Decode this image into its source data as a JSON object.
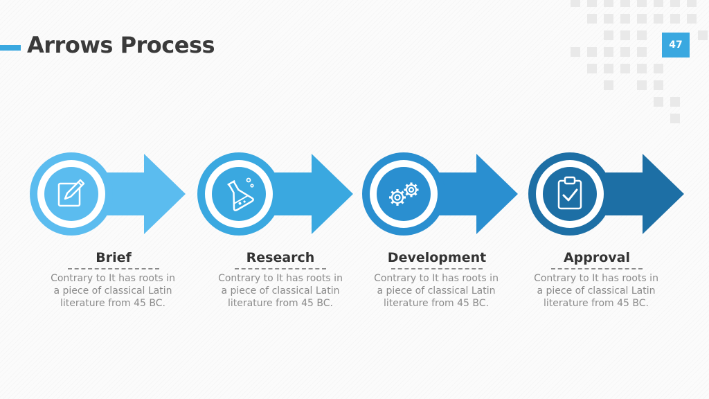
{
  "title": "Arrows Process",
  "page_number": "47",
  "colors": {
    "accent": "#3aa8e0",
    "step1": "#5bbcef",
    "step2": "#3aa8e0",
    "step3": "#2a8fd0",
    "step4": "#1d6fa5"
  },
  "steps": [
    {
      "label": "Brief",
      "icon": "edit-icon",
      "description": "Contrary to It has roots in a piece of classical Latin literature from 45 BC."
    },
    {
      "label": "Research",
      "icon": "flask-icon",
      "description": "Contrary to It has roots in a piece of classical Latin literature from 45 BC."
    },
    {
      "label": "Development",
      "icon": "gears-icon",
      "description": "Contrary to It has roots in a piece of classical Latin literature from 45 BC."
    },
    {
      "label": "Approval",
      "icon": "clipboard-check-icon",
      "description": "Contrary to It has roots in a piece of classical Latin literature from 45 BC."
    }
  ]
}
